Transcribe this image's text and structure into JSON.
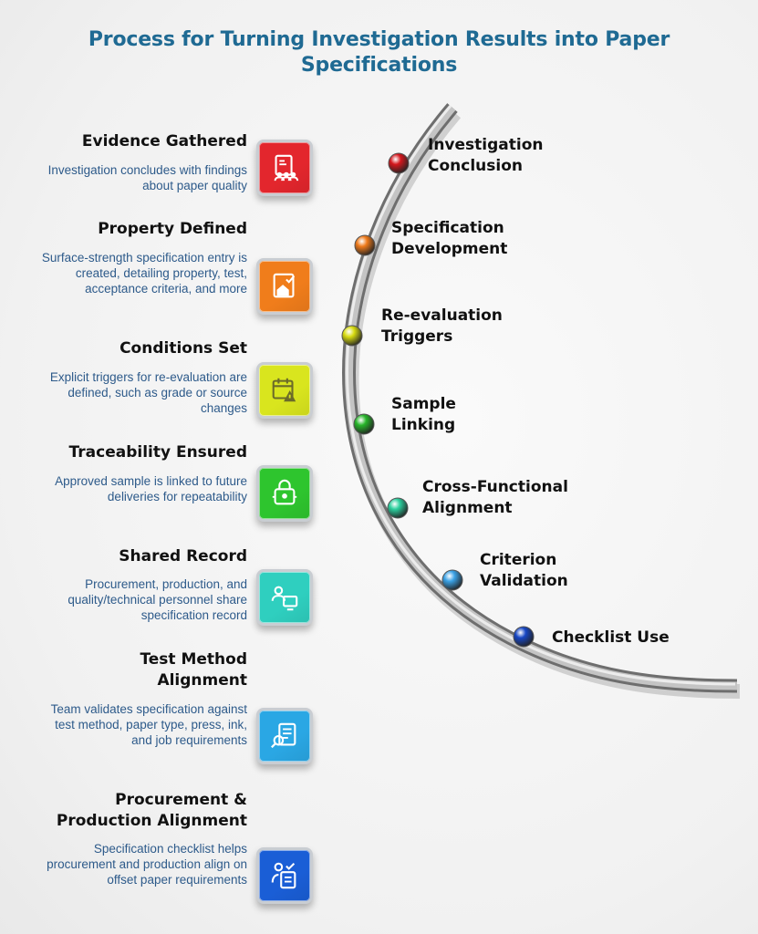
{
  "title_line1": "Process for Turning Investigation Results into Paper",
  "title_line2": "Specifications",
  "steps": [
    {
      "title": "Evidence Gathered",
      "desc": "Investigation concludes with findings about paper quality",
      "icon": "evidence-chart-icon",
      "color": "#e3262d"
    },
    {
      "title": "Property Defined",
      "desc": "Surface-strength specification entry is created, detailing property, test, acceptance criteria, and more",
      "icon": "document-house-icon",
      "color": "#f07d1b"
    },
    {
      "title": "Conditions Set",
      "desc": "Explicit triggers for re-evaluation are defined, such as grade or source changes",
      "icon": "calendar-warning-icon",
      "color": "#d9e51e"
    },
    {
      "title": "Traceability Ensured",
      "desc": "Approved sample is linked to future deliveries for repeatability",
      "icon": "lock-sample-icon",
      "color": "#2ec52e"
    },
    {
      "title": "Shared Record",
      "desc": "Procurement, production, and quality/technical personnel share specification record",
      "icon": "people-screen-icon",
      "color": "#2fcfbf"
    },
    {
      "title": "Test Method Alignment",
      "desc": "Team validates specification against test method, paper type, press, ink, and job requirements",
      "icon": "document-search-icon",
      "color": "#2aa7e4"
    },
    {
      "title": "Procurement & Production Alignment",
      "desc": "Specification checklist helps procurement and production align on offset paper requirements",
      "icon": "checklist-person-icon",
      "color": "#1a5ed6"
    }
  ],
  "milestones": [
    {
      "label1": "Investigation",
      "label2": "Conclusion",
      "color": "#d4161c"
    },
    {
      "label1": "Specification",
      "label2": "Development",
      "color": "#ef7a1a"
    },
    {
      "label1": "Re-evaluation",
      "label2": "Triggers",
      "color": "#d8dc10"
    },
    {
      "label1": "Sample",
      "label2": "Linking",
      "color": "#27b52a"
    },
    {
      "label1": "Cross-Functional",
      "label2": "Alignment",
      "color": "#2ccf9e"
    },
    {
      "label1": "Criterion",
      "label2": "Validation",
      "color": "#3aa2e6"
    },
    {
      "label1": "Checklist Use",
      "label2": "",
      "color": "#1646c4"
    }
  ]
}
